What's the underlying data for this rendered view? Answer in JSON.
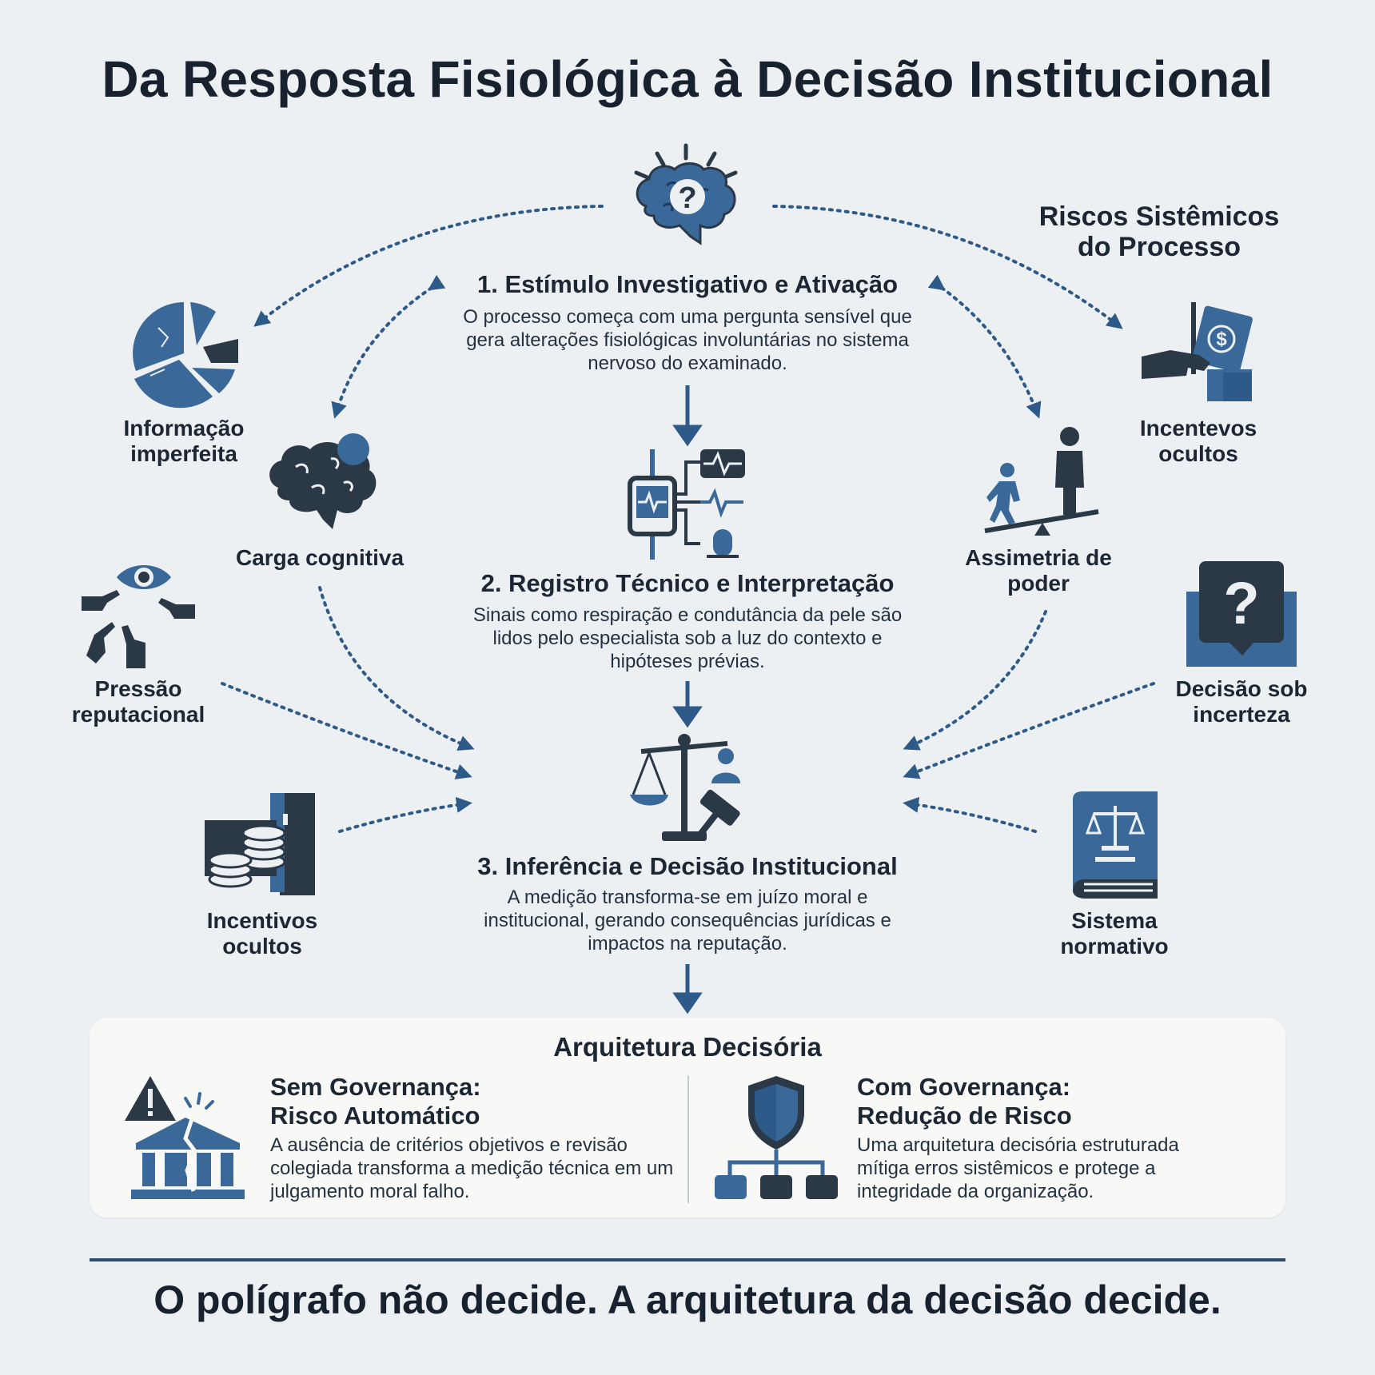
{
  "title": "Da Resposta Fisiológica à Decisão Institucional",
  "risks_header": "Riscos Sistêmicos do Processo",
  "steps": [
    {
      "title": "1. Estímulo Investigativo e Ativação",
      "text": "O processo começa com uma pergunta sensível que gera alterações fisiológicas involuntárias no sistema nervoso do examinado."
    },
    {
      "title": "2. Registro Técnico e Interpretação",
      "text": "Sinais como respiração e condutância da pele são lidos pelo especialista sob a luz do contexto e hipóteses prévias."
    },
    {
      "title": "3. Inferência e Decisão Institucional",
      "text": "A medição transforma-se em juízo moral e institucional, gerando consequências jurídicas e impactos na reputação."
    }
  ],
  "risks": {
    "informacao": "Informação imperfeita",
    "carga": "Carga cognitiva",
    "pressao": "Pressão reputacional",
    "incentivos_left": "Incentivos ocultos",
    "incentivos_right": "Incentevos ocultos",
    "assimetria": "Assimetria de poder",
    "decisao": "Decisão sob incerteza",
    "sistema": "Sistema normativo"
  },
  "panel": {
    "title": "Arquitetura Decisória",
    "sem": {
      "title_line1": "Sem Governança:",
      "title_line2": "Risco Automático",
      "text": "A ausência de critérios objetivos e revisão colegiada transforma a medição técnica em um julgamento moral falho."
    },
    "com": {
      "title_line1": "Com Governança:",
      "title_line2": "Redução de Risco",
      "text": "Uma arquitetura decisória estruturada mítiga erros sistêmicos e protege a integridade da organização."
    }
  },
  "footer": "O polígrafo não decide. A arquitetura da decisão decide.",
  "colors": {
    "accent_blue": "#3a6898",
    "dark": "#2b3846",
    "background": "#edf0f3"
  }
}
